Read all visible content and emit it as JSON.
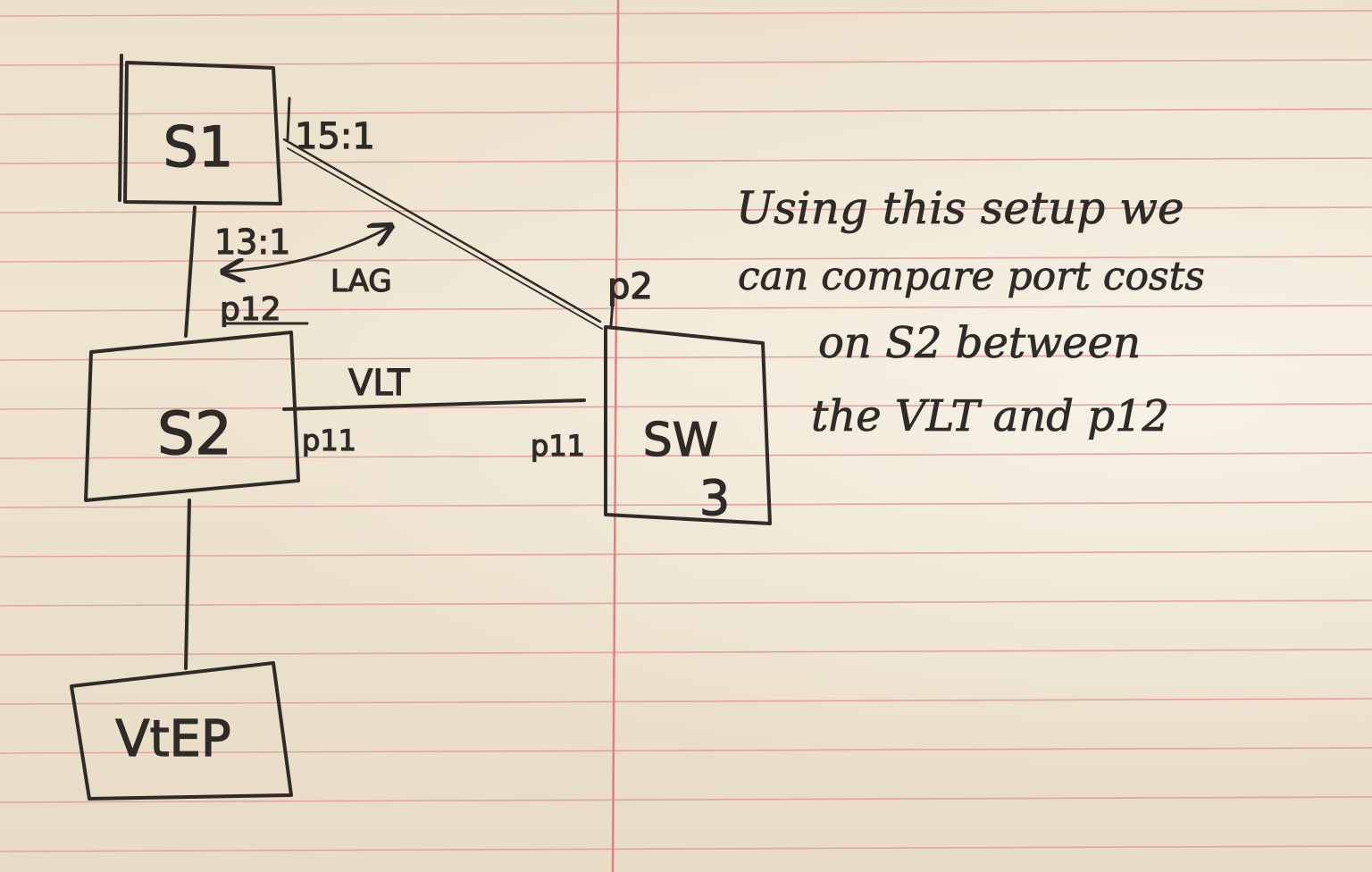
{
  "colors": {
    "paper": "#ede2ce",
    "rule_line": "#e4a3a0",
    "margin_line": "#e07f7c",
    "ink": "#2f2b28"
  },
  "nodes": {
    "s1": "S1",
    "s2": "S2",
    "sw3_line1": "SW",
    "sw3_line2": "3",
    "vtep": "VtEP"
  },
  "ports": {
    "s1_to_sw3": "15:1",
    "s1_to_s2": "13:1",
    "s2_uplink": "p12",
    "s2_to_sw3": "p11",
    "sw3_to_s2": "p11",
    "sw3_to_s1": "p2"
  },
  "links": {
    "lag": "LAG",
    "vlt": "VLT"
  },
  "note": [
    "Using this setup we",
    "can compare port costs",
    "on S2 between",
    "the VLT and p12"
  ]
}
